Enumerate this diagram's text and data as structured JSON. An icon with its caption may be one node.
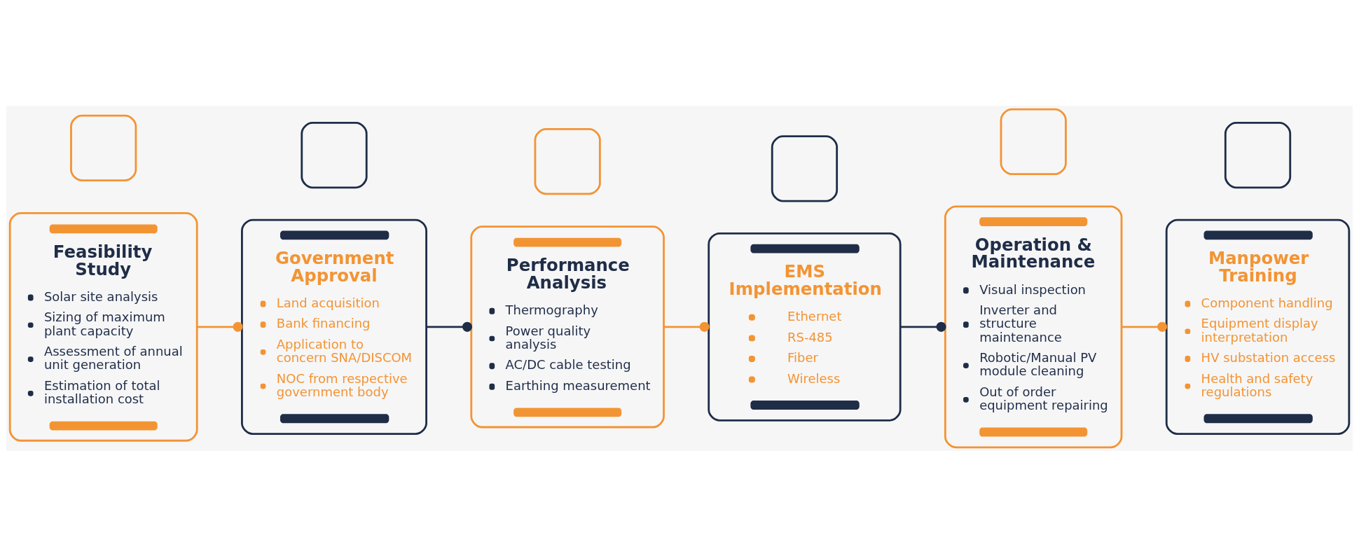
{
  "diagram": {
    "nodes": [
      {
        "text": [],
        "shape": "box"
      },
      {
        "text": [
          "Feasibility Study",
          "Solar site analysis",
          "Sizing of maximum plant capacity",
          "Assessment of annual unit generation",
          "Estimation of total installation cost"
        ]
      },
      {
        "text": [],
        "shape": "box"
      },
      {
        "text": [
          "Government Approval",
          "Land acquisition",
          "Bank financing",
          "Application to concern SNA/DISCOM",
          "NOC from respective government body"
        ]
      },
      {
        "text": [],
        "shape": "box"
      },
      {
        "text": [
          "Performance Analysis",
          "Thermography",
          "Power quality analysis",
          "AC/DC cable testing",
          "Earthing measurement"
        ]
      },
      {
        "text": [],
        "shape": "box"
      },
      {
        "text": [
          "EMS Implementation",
          "Ethernet",
          "RS-485",
          "Fiber",
          "Wireless"
        ]
      },
      {
        "text": [],
        "shape": "box"
      },
      {
        "text": [
          "Operation & Maintenance",
          "Visual inspection",
          "Inverter and structure maintenance",
          "Robotic/Manual PV module cleaning",
          "Out of order equipment repairing"
        ]
      },
      {
        "text": [],
        "shape": "box"
      },
      {
        "text": [
          "Manpower Training",
          "Component handling",
          "Equipment display interpretation",
          "HV substation access",
          "Health and safety regulations"
        ]
      }
    ],
    "edges": [
      {
        "from": 1,
        "to": 3,
        "arrow": "other"
      },
      {
        "from": 3,
        "to": 5,
        "arrow": "other",
        "color": "#1f2d47"
      },
      {
        "from": 5,
        "to": 7,
        "arrow": "other"
      },
      {
        "from": 7,
        "to": 9,
        "arrow": "other",
        "color": "#1f2d47"
      },
      {
        "from": 9,
        "to": 11,
        "arrow": "other"
      }
    ]
  }
}
